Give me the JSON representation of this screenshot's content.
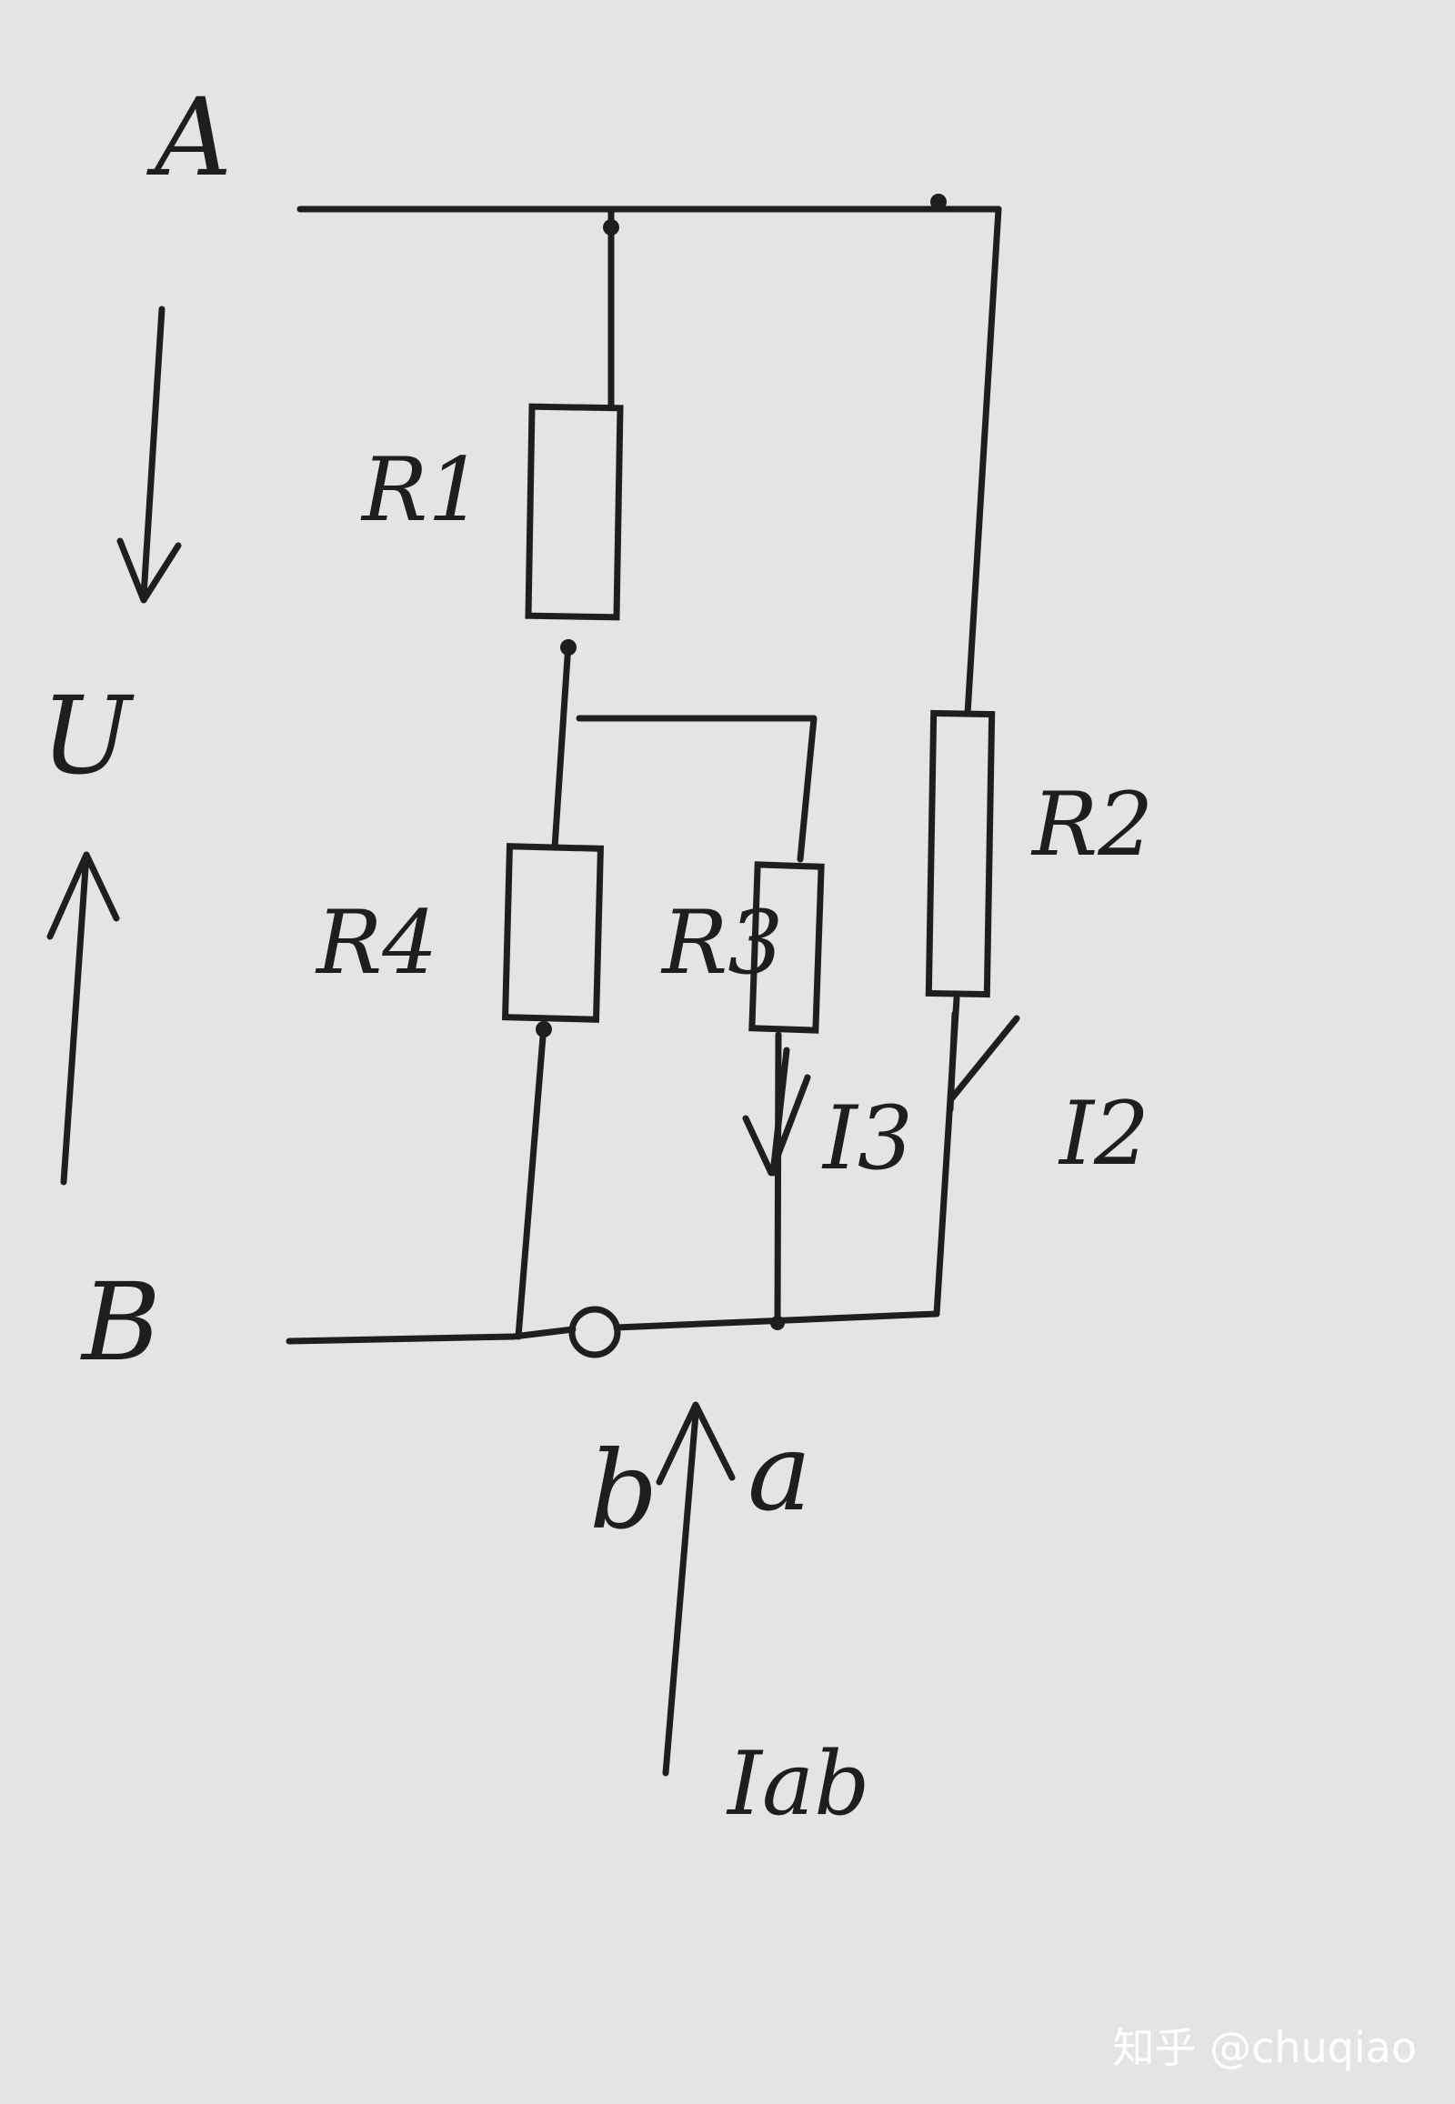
{
  "labels": {
    "node_a": "A",
    "node_b": "B",
    "voltage": "U",
    "r1": "R1",
    "r2": "R2",
    "r3": "R3",
    "r4": "R4",
    "i2": "I2",
    "i3": "I3",
    "terminal_a": "a",
    "terminal_b": "b",
    "i_ab": "Iab"
  },
  "watermark": "知乎 @chuqiao",
  "colors": {
    "paper": "#e4e4e2",
    "ink": "#1e1e1e",
    "watermark": "#ffffff"
  }
}
